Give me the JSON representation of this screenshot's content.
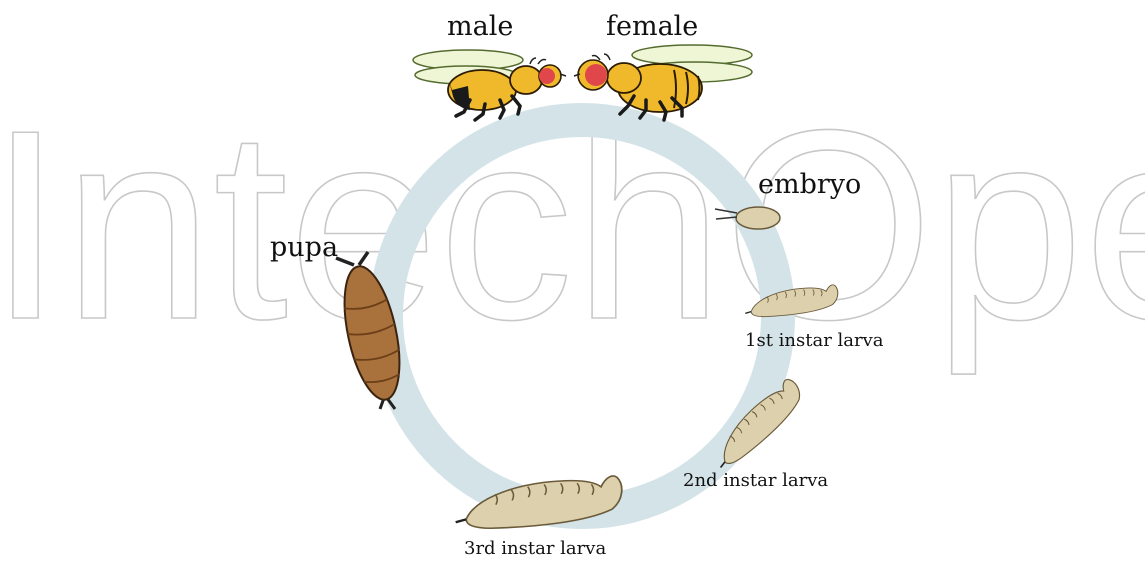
{
  "labels": {
    "male": "male",
    "female": "female",
    "embryo": "embryo",
    "pupa": "pupa",
    "larva1": "1st instar larva",
    "larva2": "2nd instar larva",
    "larva3": "3rd instar larva"
  },
  "watermark": "IntechOpen",
  "colors": {
    "cycle_ring": "#d3e3e8",
    "larva_body": "#ddd0ad",
    "pupa_body": "#a9713c",
    "fly_body": "#f0b92b",
    "fly_eye": "#e0474a",
    "fly_wing": "#eef6d6",
    "watermark_stroke": "#c8c8c8"
  },
  "icons": [
    "fly-male-icon",
    "fly-female-icon",
    "embryo-icon",
    "larva-icon",
    "pupa-icon"
  ]
}
